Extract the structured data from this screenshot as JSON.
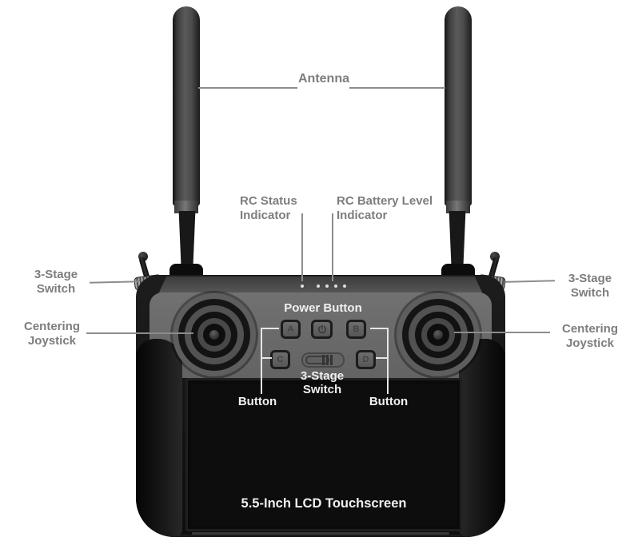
{
  "callouts": {
    "antenna": {
      "label": "Antenna"
    },
    "rc_status_indicator": {
      "line1": "RC Status",
      "line2": "Indicator"
    },
    "rc_battery_indicator": {
      "line1": "RC Battery Level",
      "line2": "Indicator"
    },
    "three_stage_switch_left": {
      "line1": "3-Stage",
      "line2": "Switch"
    },
    "three_stage_switch_right": {
      "line1": "3-Stage",
      "line2": "Switch"
    },
    "centering_joystick_left": {
      "line1": "Centering",
      "line2": "Joystick"
    },
    "centering_joystick_right": {
      "line1": "Centering",
      "line2": "Joystick"
    },
    "power_button": {
      "label": "Power Button"
    },
    "three_stage_switch_center": {
      "line1": "3-Stage",
      "line2": "Switch"
    },
    "button_left": {
      "label": "Button"
    },
    "button_right": {
      "label": "Button"
    },
    "touchscreen": {
      "label": "5.5-Inch LCD Touchscreen"
    }
  },
  "device": {
    "buttons": {
      "a": "A",
      "b": "B",
      "c": "C",
      "d": "D"
    },
    "leds": {
      "status_count": 1,
      "battery_count": 4
    }
  },
  "colors": {
    "page_bg": "#ffffff",
    "label_gray": "#7d7d7d",
    "callout_line_gray": "#8c8c8c",
    "label_white": "#f0f0f0",
    "face_gray": "#6a6a6a",
    "body_dark": "#151515",
    "screen_dark": "#0d0d0d",
    "led_white": "#dedede"
  }
}
